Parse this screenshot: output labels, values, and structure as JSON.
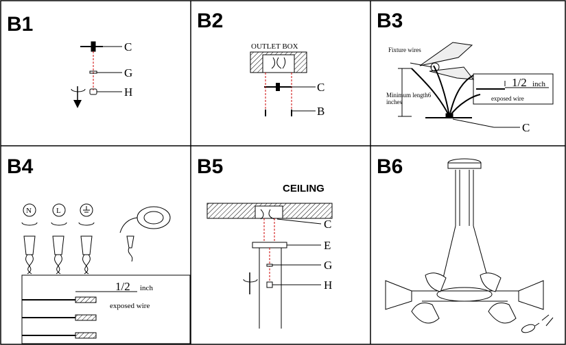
{
  "panels": {
    "b1": {
      "label": "B1",
      "parts": {
        "c": "C",
        "g": "G",
        "h": "H"
      }
    },
    "b2": {
      "label": "B2",
      "title": "OUTLET BOX",
      "parts": {
        "c": "C",
        "b": "B"
      }
    },
    "b3": {
      "label": "B3",
      "fixture_wires": "Fixture wires",
      "min_length_1": "Minimum length6",
      "min_length_2": "inches",
      "half": "1/2",
      "inch": "inch",
      "exposed": "exposed wire",
      "parts": {
        "c": "C"
      }
    },
    "b4": {
      "label": "B4",
      "symbols": {
        "n": "N",
        "l": "L"
      },
      "half": "1/2",
      "inch": "inch",
      "exposed": "exposed wire"
    },
    "b5": {
      "label": "B5",
      "title": "CEILING",
      "parts": {
        "c": "C",
        "e": "E",
        "g": "G",
        "h": "H"
      }
    },
    "b6": {
      "label": "B6"
    }
  }
}
